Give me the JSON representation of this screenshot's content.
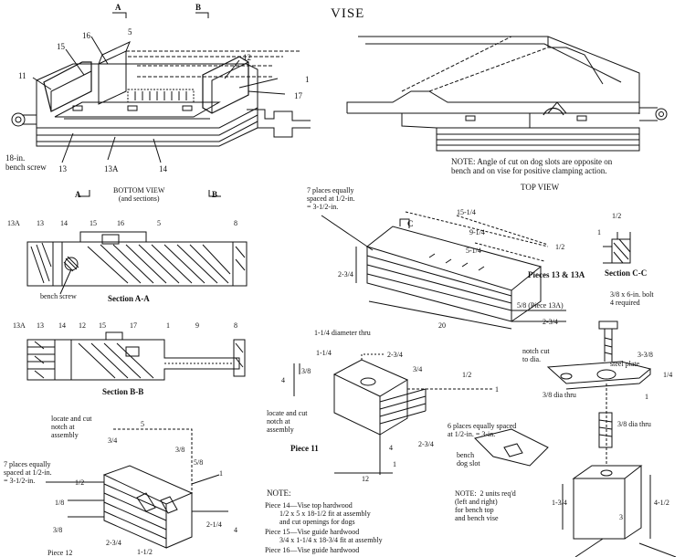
{
  "title": "VISE",
  "section_markers": {
    "a_top": "A",
    "b_top": "B",
    "a_bottom": "A",
    "b_bottom": "B"
  },
  "iso_callouts": {
    "p15": "15",
    "p16": "16",
    "p11": "11",
    "p12": "12",
    "p5": "5",
    "p1": "1",
    "p17": "17",
    "p13": "13",
    "p13a": "13A",
    "p14": "14",
    "bench_screw": "18-in.\nbench screw"
  },
  "bottom_view": {
    "label": "BOTTOM VIEW\n(and sections)"
  },
  "top_view": {
    "label": "TOP VIEW",
    "note": "NOTE: Angle of cut on dog slots are opposite on\nbench and on vise for positive clamping action."
  },
  "section_aa": {
    "caption": "Section A-A",
    "callouts": [
      "13A",
      "13",
      "14",
      "15",
      "16",
      "5",
      "8"
    ],
    "bench_screw": "bench screw"
  },
  "section_bb": {
    "caption": "Section B-B",
    "callouts": [
      "13A",
      "13",
      "14",
      "12",
      "15",
      "17",
      "1",
      "9",
      "8"
    ]
  },
  "pieces_13": {
    "caption": "Pieces 13 & 13A",
    "places_note": "7 places equally\nspaced at 1/2-in.\n= 3-1/2-in.",
    "dims": [
      "15-1/4",
      "9-1/4",
      "5-1/4",
      "2-3/4",
      "20",
      "5/8 (Piece 13A)",
      "2-3/4"
    ],
    "marker": "C"
  },
  "section_cc": {
    "caption": "Section C-C",
    "dims": [
      "1/2",
      "1",
      "1/2"
    ]
  },
  "piece_11": {
    "caption": "Piece 11",
    "hole": "1-1/4 diameter thru",
    "notch": "locate and cut\nnotch at\nassembly",
    "places_note": "6 places equally spaced\nat 1/2-in. = 3-in.",
    "dims": [
      "1-1/4",
      "3/8",
      "4",
      "2-3/4",
      "3/4",
      "1/2",
      "1",
      "4",
      "2-3/4",
      "1",
      "12"
    ]
  },
  "piece_12": {
    "notch": "locate and cut\nnotch at\nassembly",
    "places_note": "7 places equally\nspaced at 1/2-in.\n= 3-1/2-in.",
    "dims": [
      "5",
      "3/4",
      "3/8",
      "5/8",
      "1/2",
      "1/8",
      "1",
      "3/8",
      "2-3/4",
      "1-1/2",
      "2-1/4",
      "4"
    ],
    "caption": "Piece 12"
  },
  "hardware": {
    "bolt": "3/8 x 6-in. bolt\n4 required",
    "notch": "notch cut\nto dia.",
    "plate": "steel plate",
    "dims": [
      "3-3/8",
      "1/4",
      "1"
    ],
    "dia1": "3/8 dia thru",
    "dia2": "3/8 dia thru",
    "dog_slot": "bench\ndog slot",
    "block_note": "NOTE:  2 units req'd\n(left and right)\nfor bench top\nand bench vise",
    "block_dims": [
      "1-3/4",
      "4-1/2",
      "3"
    ]
  },
  "notes": {
    "heading": "NOTE:",
    "lines": [
      "Piece 14—Vise top hardwood",
      "1/2 x 5 x 18-1/2 fit at assembly",
      "and cut openings for dogs",
      "Piece 15—Vise guide hardwood",
      "3/4 x 1-1/4 x 18-3/4 fit at assembly",
      "Piece 16—Vise guide hardwood"
    ]
  }
}
